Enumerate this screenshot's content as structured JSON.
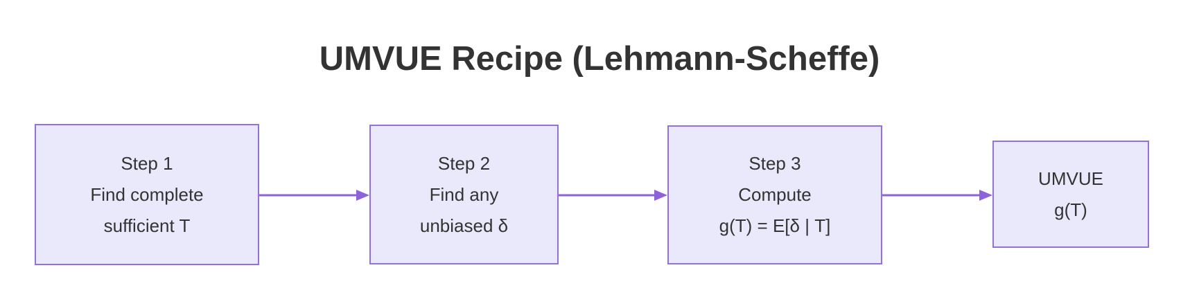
{
  "title": "UMVUE Recipe (Lehmann-Scheffe)",
  "diagram": {
    "type": "flowchart",
    "direction": "left-to-right",
    "nodes": [
      {
        "id": "step1",
        "lines": [
          "Step 1",
          "Find complete",
          "sufficient T"
        ]
      },
      {
        "id": "step2",
        "lines": [
          "Step 2",
          "Find any",
          "unbiased δ"
        ]
      },
      {
        "id": "step3",
        "lines": [
          "Step 3",
          "Compute",
          "g(T) = E[δ | T]"
        ]
      },
      {
        "id": "result",
        "lines": [
          "UMVUE",
          "g(T)"
        ]
      }
    ],
    "edges": [
      {
        "from": "step1",
        "to": "step2",
        "style": "arrow"
      },
      {
        "from": "step2",
        "to": "step3",
        "style": "arrow"
      },
      {
        "from": "step3",
        "to": "result",
        "style": "arrow"
      }
    ]
  },
  "colors": {
    "background": "#FFFFFF",
    "node_fill": "#E9E9FB",
    "node_border": "#9370DB",
    "arrow": "#8E62D9",
    "text": "#333333"
  },
  "nodes": {
    "0": {
      "lines": {
        "0": "Step 1",
        "1": "Find complete",
        "2": "sufficient T"
      }
    },
    "1": {
      "lines": {
        "0": "Step 2",
        "1": "Find any",
        "2": "unbiased δ"
      }
    },
    "2": {
      "lines": {
        "0": "Step 3",
        "1": "Compute",
        "2": "g(T) = E[δ | T]"
      }
    },
    "3": {
      "lines": {
        "0": "UMVUE",
        "1": "g(T)"
      }
    }
  }
}
